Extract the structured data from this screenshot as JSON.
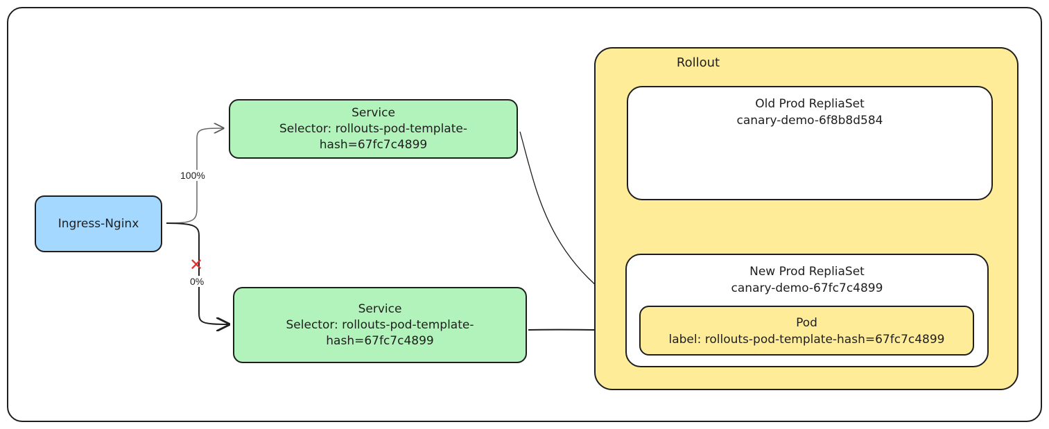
{
  "ingress": {
    "label": "Ingress-Nginx"
  },
  "service_top": {
    "title": "Service",
    "line1": "Selector: rollouts-pod-template-",
    "line2": "hash=67fc7c4899"
  },
  "service_bottom": {
    "title": "Service",
    "line1": "Selector: rollouts-pod-template-",
    "line2": "hash=67fc7c4899"
  },
  "rollout": {
    "title": "Rollout",
    "old_replicaset": {
      "title": "Old Prod RepliaSet",
      "name": "canary-demo-6f8b8d584"
    },
    "new_replicaset": {
      "title": "New Prod RepliaSet",
      "name": "canary-demo-67fc7c4899"
    },
    "pod": {
      "title": "Pod",
      "label": "label: rollouts-pod-template-hash=67fc7c4899"
    }
  },
  "edges": {
    "top_weight": "100%",
    "bottom_weight": "0%",
    "blocked_mark": "✕"
  },
  "colors": {
    "ingress": "#a5d8ff",
    "service": "#b2f2bb",
    "rollout": "#ffec99",
    "blocked": "#e03131",
    "stroke": "#1e1e1e"
  }
}
